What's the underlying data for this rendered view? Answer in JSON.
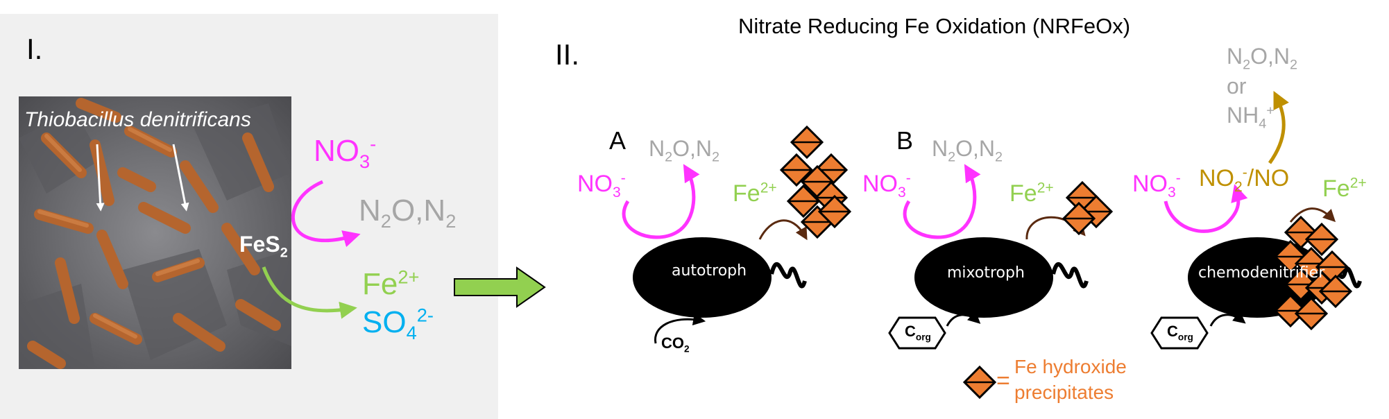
{
  "title": "Nitrate Reducing Fe Oxidation (NRFeOx)",
  "panel1": {
    "label": "I.",
    "organism": "Thiobacillus denitrificans",
    "reactant_mineral": "FeS",
    "reactant_mineral_sub": "2",
    "nitrate": "NO",
    "nitrate_sub": "3",
    "nitrate_sup": "-",
    "n_products": {
      "a": "N",
      "a_sub": "2",
      "b": "O,N",
      "b_sub": "2"
    },
    "iron": "Fe",
    "iron_sup": "2+",
    "sulfate": "SO",
    "sulfate_sub": "4",
    "sulfate_sup": "2-"
  },
  "panel2": {
    "label": "II.",
    "A": {
      "letter": "A",
      "cell": "autotroph",
      "nitrate": "NO",
      "nitrate_sub": "3",
      "nitrate_sup": "-",
      "product_a": "N",
      "product_a_sub": "2",
      "product_b": "O,N",
      "product_b_sub": "2",
      "iron": "Fe",
      "iron_sup": "2+",
      "carbon": "CO",
      "carbon_sub": "2"
    },
    "B": {
      "letter": "B",
      "cell": "mixotroph",
      "nitrate": "NO",
      "nitrate_sub": "3",
      "nitrate_sup": "-",
      "product_a": "N",
      "product_a_sub": "2",
      "product_b": "O,N",
      "product_b_sub": "2",
      "iron": "Fe",
      "iron_sup": "2+",
      "carbon": "C",
      "carbon_sub": "org"
    },
    "C": {
      "cell": "chemodenitrifier",
      "nitrate": "NO",
      "nitrate_sub": "3",
      "nitrate_sup": "-",
      "intermediate": "NO",
      "intermediate_sub": "2",
      "intermediate_sup": "-",
      "intermediate_tail": "/NO",
      "products_line1": "N",
      "products_line1_sub": "2",
      "products_line1_b": "O,N",
      "products_line1_b_sub": "2",
      "products_or": "or",
      "products_line3": "NH",
      "products_line3_sub": "4",
      "products_line3_sup": "+",
      "iron": "Fe",
      "iron_sup": "2+",
      "carbon": "C",
      "carbon_sub": "org"
    },
    "legend": {
      "equals": "=",
      "line1": "Fe hydroxide",
      "line2": "precipitates"
    }
  },
  "colors": {
    "nitrate": "#ff33ff",
    "n_gas": "#a6a6a6",
    "iron": "#92d050",
    "sulfate": "#00b0f0",
    "nitrite": "#bf9000",
    "precipitate": "#ed7d31",
    "cell": "#000000",
    "fat_arrow": "#92d050"
  }
}
